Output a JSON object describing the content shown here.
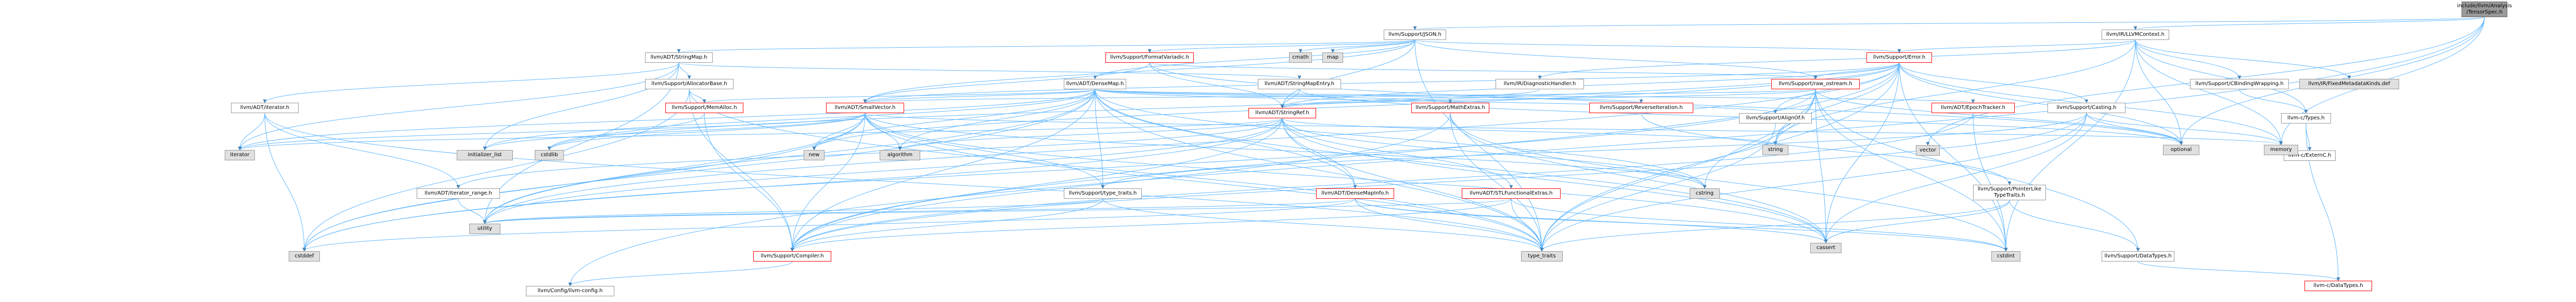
{
  "colors": {
    "edge": "#63B8FF",
    "edge_secondary": "#4682B4",
    "node_border": "#999999",
    "node_border_incomplete": "#FF0000",
    "node_fill_system": "#E0E0E0",
    "root_fill": "#999999"
  },
  "nodes": {
    "root": "include/llvm/Analysis\n/TensorSpec.h",
    "json": "llvm/Support/JSON.h",
    "llvmcontext": "llvm/IR/LLVMContext.h",
    "vector": "vector",
    "stringmap": "llvm/ADT/StringMap.h",
    "formatvariadic": "llvm/Support/FormatVariadic.h",
    "cmath": "cmath",
    "map": "map",
    "support_error": "llvm/Support/Error.h",
    "allocatorbase": "llvm/Support/AllocatorBase.h",
    "densemap": "llvm/ADT/DenseMap.h",
    "stringmapentry": "llvm/ADT/StringMapEntry.h",
    "raw_ostream": "llvm/Support/raw_ostream.h",
    "diagnostichandler": "llvm/IR/DiagnosticHandler.h",
    "cbindingwrapping": "llvm/Support/CBindingWrapping.h",
    "fixedmetadatakinds": "llvm/IR/FixedMetadataKinds.def",
    "ctypes": "llvm-c/Types.h",
    "iterator_h": "llvm/ADT/iterator.h",
    "memalloc": "llvm/Support/MemAlloc.h",
    "smallvector": "llvm/ADT/SmallVector.h",
    "stringref": "llvm/ADT/StringRef.h",
    "mathextras": "llvm/Support/MathExtras.h",
    "reverseiteration": "llvm/Support/ReverseIteration.h",
    "alignof": "llvm/Support/AlignOf.h",
    "casting": "llvm/Support/Casting.h",
    "epochtracker": "llvm/ADT/EpochTracker.h",
    "cexternc": "llvm-c/ExternC.h",
    "iterator": "iterator",
    "initializer_list": "initializer_list",
    "cstdlib": "cstdlib",
    "new": "new",
    "algorithm": "algorithm",
    "iterator_range": "llvm/ADT/iterator_range.h",
    "type_traits_h": "llvm/Support/type_traits.h",
    "densemapinfo": "llvm/ADT/DenseMapInfo.h",
    "stlfunctionalextras": "llvm/ADT/STLFunctionalExtras.h",
    "cstring": "cstring",
    "string": "string",
    "pointerliketypetraits": "llvm/Support/PointerLike\nTypeTraits.h",
    "optional": "optional",
    "memory": "memory",
    "cstddef": "cstddef",
    "utility": "utility",
    "compiler": "llvm/Support/Compiler.h",
    "type_traits": "type_traits",
    "cassert": "cassert",
    "cstdint": "cstdint",
    "datatypes": "llvm/Support/DataTypes.h",
    "cdatatypes": "llvm-c/DataTypes.h",
    "llvmconfig": "llvm/Config/llvm-config.h"
  }
}
